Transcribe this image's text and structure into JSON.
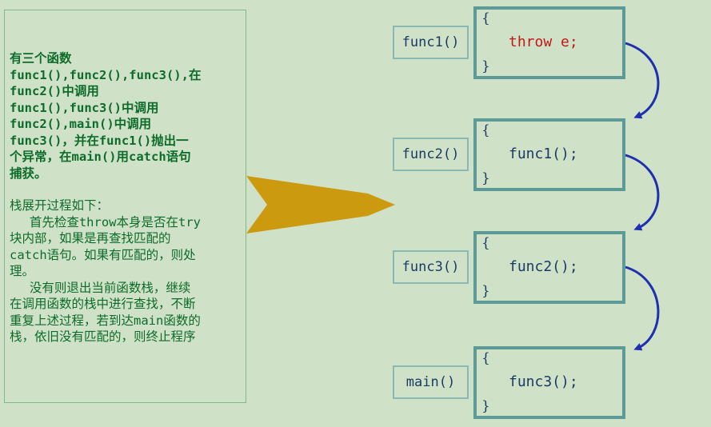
{
  "left_panel": {
    "lines_bold": [
      "有三个函数",
      "func1(),func2(),func3(),在",
      "func2()中调用",
      "func1(),func3()中调用",
      "func2(),main()中调用",
      "func3()，并在func1()抛出一",
      "个异常，在main()用catch语句",
      "捕获。"
    ],
    "lines_normal": [
      "栈展开过程如下：",
      "　 首先检查throw本身是否在try",
      "块内部，如果是再查找匹配的",
      "catch语句。如果有匹配的，则处",
      "理。",
      "　 没有则退出当前函数栈，继续",
      "在调用函数的栈中进行查找，不断",
      "重复上述过程，若到达main函数的",
      "栈，依旧没有匹配的，则终止程序"
    ]
  },
  "stack_frames": [
    {
      "function": "func1()",
      "open_brace": "{",
      "body": "throw e;",
      "close_brace": "}"
    },
    {
      "function": "func2()",
      "open_brace": "{",
      "body": "func1();",
      "close_brace": "}"
    },
    {
      "function": "func3()",
      "open_brace": "{",
      "body": "func2();",
      "close_brace": "}"
    },
    {
      "function": "main()",
      "open_brace": "{",
      "body": "func3();",
      "close_brace": "}"
    }
  ],
  "colors": {
    "background": "#cfe2c7",
    "panel_text": "#0d6b2b",
    "code_text": "#1a3a66",
    "throw_text": "#c01818",
    "arrow_big": "#cc9a0e",
    "arrow_curve": "#1e2fb0",
    "box_border": "#5c9a97"
  }
}
